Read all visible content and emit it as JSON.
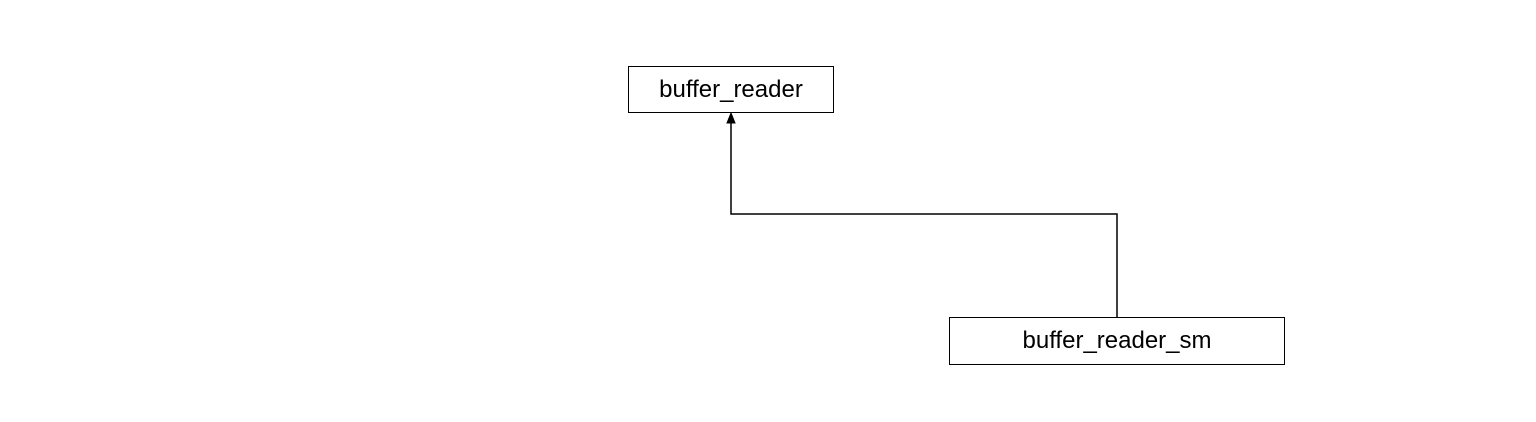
{
  "diagram": {
    "nodes": [
      {
        "id": "parent",
        "label": "buffer_reader"
      },
      {
        "id": "child",
        "label": "buffer_reader_sm"
      }
    ],
    "edges": [
      {
        "from": "child",
        "to": "parent",
        "arrow": "triangle"
      }
    ],
    "colors": {
      "line": "#000000",
      "box_border": "#000000",
      "background": "#ffffff"
    }
  }
}
